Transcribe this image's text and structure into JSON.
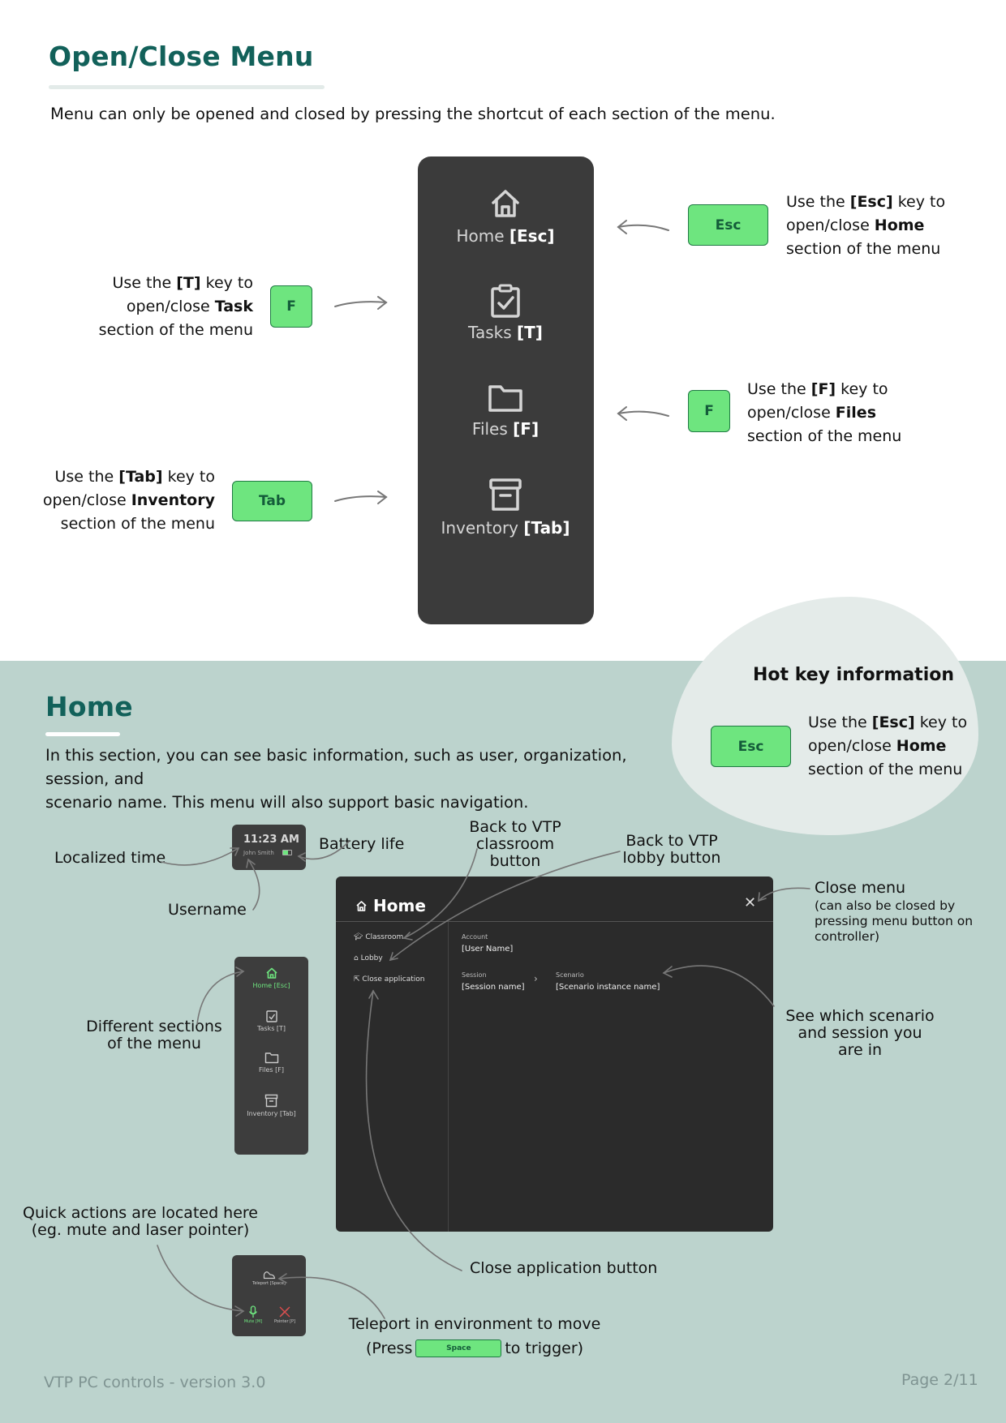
{
  "top": {
    "title": "Open/Close Menu",
    "intro": "Menu can only be opened and closed by pressing the shortcut of each section of the menu.",
    "menu_items": [
      {
        "name": "Home",
        "key": "[Esc]"
      },
      {
        "name": "Tasks",
        "key": "[T]"
      },
      {
        "name": "Files",
        "key": "[F]"
      },
      {
        "name": "Inventory",
        "key": "[Tab]"
      }
    ],
    "notes": {
      "home": {
        "pre": "Use the ",
        "key": "[Esc]",
        "mid": " key to",
        "line2": "open/close ",
        "section": "Home",
        "line3": "section of the menu",
        "key_label": "Esc"
      },
      "task": {
        "pre": "Use the ",
        "key": "[T]",
        "mid": " key to",
        "line2": "open/close ",
        "section": "Task",
        "line3": "section of the menu",
        "key_label": "F"
      },
      "files": {
        "pre": "Use the ",
        "key": "[F]",
        "mid": " key to",
        "line2": "open/close ",
        "section": "Files",
        "line3": "section of the menu",
        "key_label": "F"
      },
      "inventory": {
        "pre": "Use the ",
        "key": "[Tab]",
        "mid": " key to",
        "line2": "open/close ",
        "section": "Inventory",
        "line3": "section of the menu",
        "key_label": "Tab"
      }
    }
  },
  "bottom": {
    "title": "Home",
    "intro_line1": "In this section, you can see basic information, such as user, organization, session, and",
    "intro_line2": "scenario name. This menu will also support basic navigation.",
    "hotkey": {
      "title": "Hot key information",
      "key_label": "Esc",
      "pre": "Use the ",
      "key": "[Esc]",
      "mid": " key to",
      "line2": "open/close ",
      "section": "Home",
      "line3": "section of the menu"
    },
    "annotations": {
      "localized_time": "Localized time",
      "battery_life": "Battery life",
      "username": "Username",
      "back_classroom": [
        "Back to VTP",
        "classroom",
        "button"
      ],
      "back_lobby": [
        "Back to VTP",
        "lobby button"
      ],
      "close_menu": "Close menu",
      "close_menu_note": [
        "(can also be closed by",
        "pressing menu button on",
        "controller)"
      ],
      "different_sections": [
        "Different sections",
        "of the menu"
      ],
      "scenario_session": [
        "See which scenario",
        "and session you",
        "are in"
      ],
      "quick_actions": [
        "Quick actions are located here",
        "(eg. mute and laser pointer)"
      ],
      "close_app_button": "Close application button",
      "teleport_line1": "Teleport in environment to move",
      "teleport_pre": "(Press ",
      "teleport_key": "Space",
      "teleport_post": " to trigger)"
    },
    "clock": {
      "time": "11:23 AM",
      "user": "John Smith"
    },
    "home_ui": {
      "title": "Home",
      "nav": [
        "Classroom",
        "Lobby",
        "Close application"
      ],
      "account_label": "Account",
      "account_value": "[User Name]",
      "session_label": "Session",
      "session_value": "[Session name]",
      "scenario_label": "Scenario",
      "scenario_value": "[Scenario instance name]"
    },
    "mini_menu": [
      {
        "name": "Home",
        "key": "[Esc]"
      },
      {
        "name": "Tasks",
        "key": "[T]"
      },
      {
        "name": "Files",
        "key": "[F]"
      },
      {
        "name": "Inventory",
        "key": "[Tab]"
      }
    ],
    "quick": {
      "teleport": "Teleport",
      "teleport_key": "[Space]",
      "mute": "Mute",
      "mute_key": "[M]",
      "pointer": "Pointer",
      "pointer_key": "[P]"
    },
    "footer_left": "VTP PC controls - version 3.0",
    "footer_right": "Page 2/11"
  },
  "colors": {
    "title": "#12615a",
    "key_green": "#6ee57f",
    "panel_dark": "#3b3b3b",
    "bottom_bg": "#bcd3cd",
    "accent_active": "#6ee57f"
  }
}
